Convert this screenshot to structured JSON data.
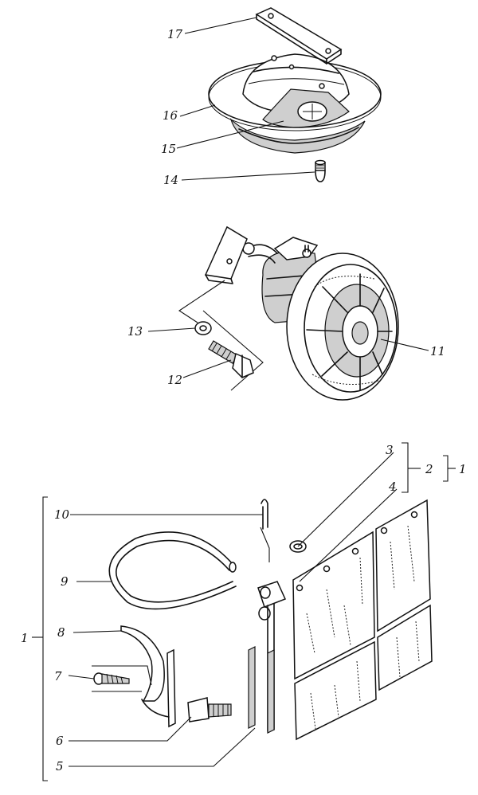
{
  "callouts": {
    "c1": "1",
    "c2": "2",
    "c3": "3",
    "c4": "4",
    "c5": "5",
    "c6": "6",
    "c7": "7",
    "c8": "8",
    "c9": "9",
    "c10": "10",
    "c11": "11",
    "c12": "12",
    "c13": "13",
    "c14": "14",
    "c15": "15",
    "c16": "16",
    "c17": "17",
    "c1b": "1"
  }
}
